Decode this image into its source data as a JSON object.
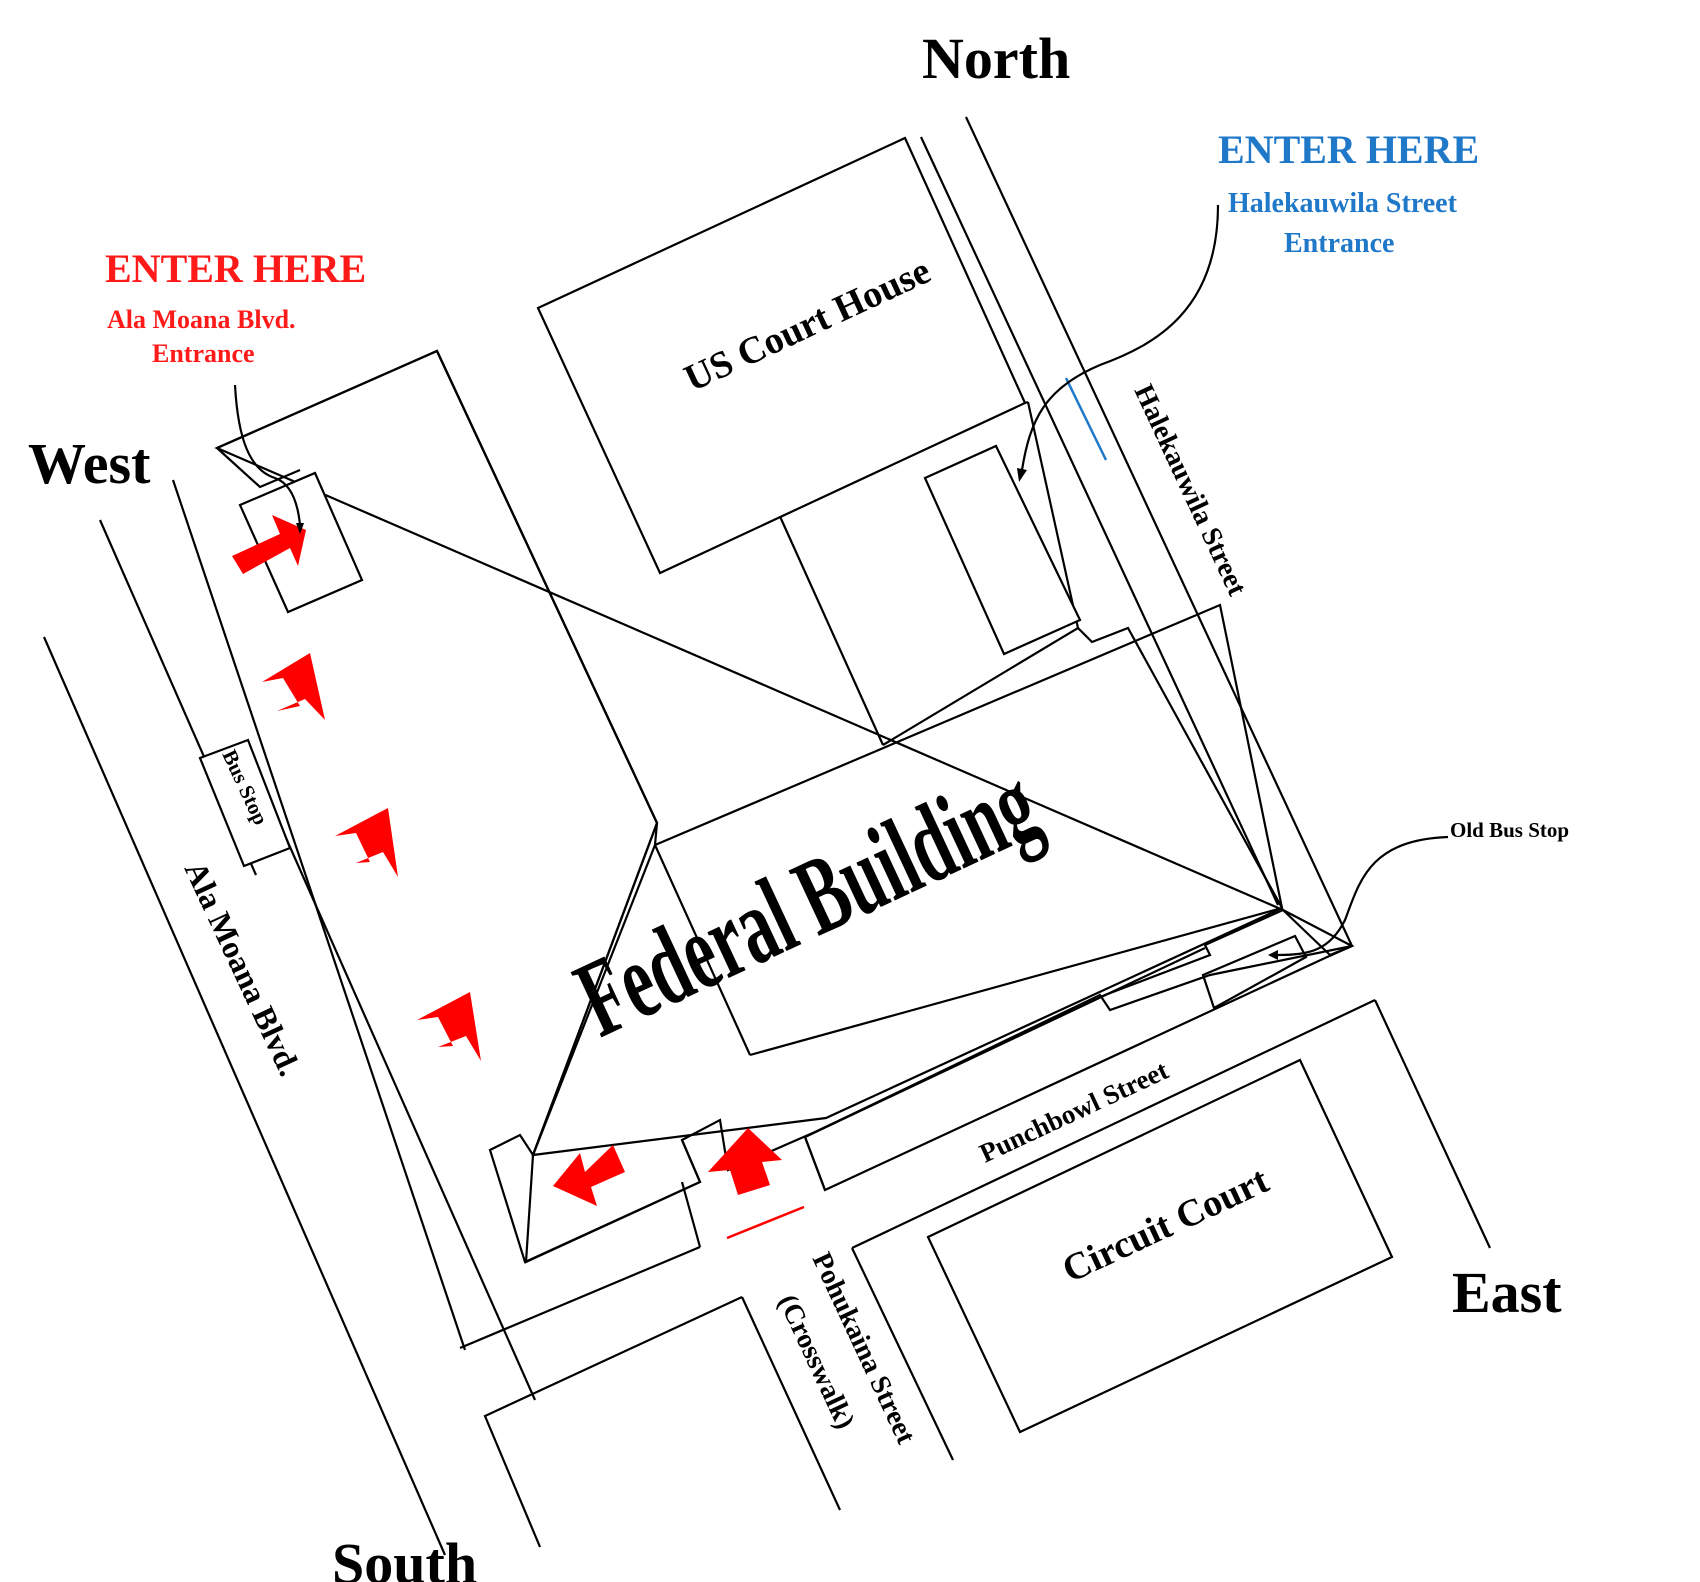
{
  "compass": {
    "north": "North",
    "south": "South",
    "east": "East",
    "west": "West"
  },
  "entrances": {
    "ala_moana": {
      "heading": "ENTER HERE",
      "line1": "Ala Moana Blvd.",
      "line2": "Entrance",
      "color": "#ff1a1a"
    },
    "halekauwila": {
      "heading": "ENTER HERE",
      "line1": "Halekauwila Street",
      "line2": "Entrance",
      "color": "#1f78c8"
    }
  },
  "buildings": {
    "federal": "Federal Building",
    "court_house": "US Court House",
    "circuit_court": "Circuit Court"
  },
  "streets": {
    "ala_moana": "Ala Moana Blvd.",
    "halekauwila": "Halekauwila Street",
    "punchbowl": "Punchbowl Street",
    "pohukaina_1": "Pohukaina Street",
    "pohukaina_2": "(Crosswalk)"
  },
  "landmarks": {
    "bus_stop": "Bus Stop",
    "old_bus_stop": "Old Bus Stop"
  },
  "colors": {
    "arrow": "#ff0000",
    "line": "#000000"
  }
}
